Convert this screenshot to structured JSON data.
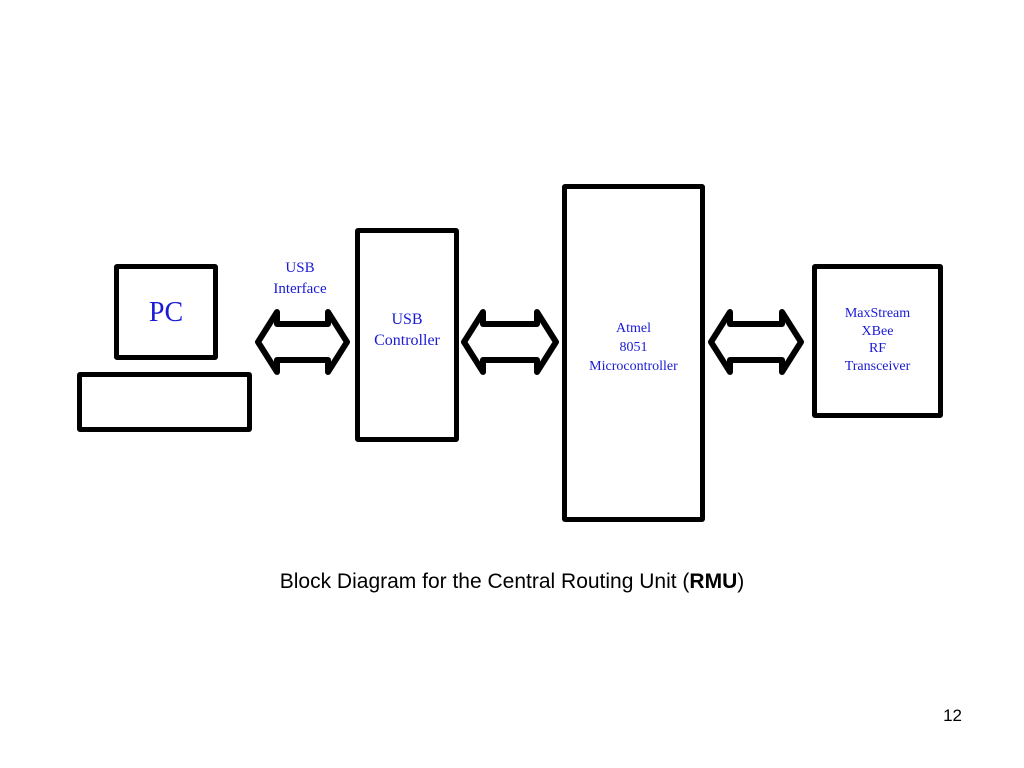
{
  "diagram": {
    "pc": {
      "label": "PC"
    },
    "usb_interface": {
      "label": "USB\nInterface"
    },
    "usb_controller": {
      "label": "USB\nController"
    },
    "microcontroller": {
      "label": "Atmel\n8051\nMicrocontroller"
    },
    "transceiver": {
      "label": "MaxStream\nXBee\nRF\nTransceiver"
    },
    "colors": {
      "label_text": "#1a1ad6",
      "block_border": "#000000"
    }
  },
  "caption": {
    "prefix": "Block Diagram for the Central Routing Unit (",
    "emphasis": "RMU",
    "suffix": ")"
  },
  "slide": {
    "page_number": "12"
  }
}
